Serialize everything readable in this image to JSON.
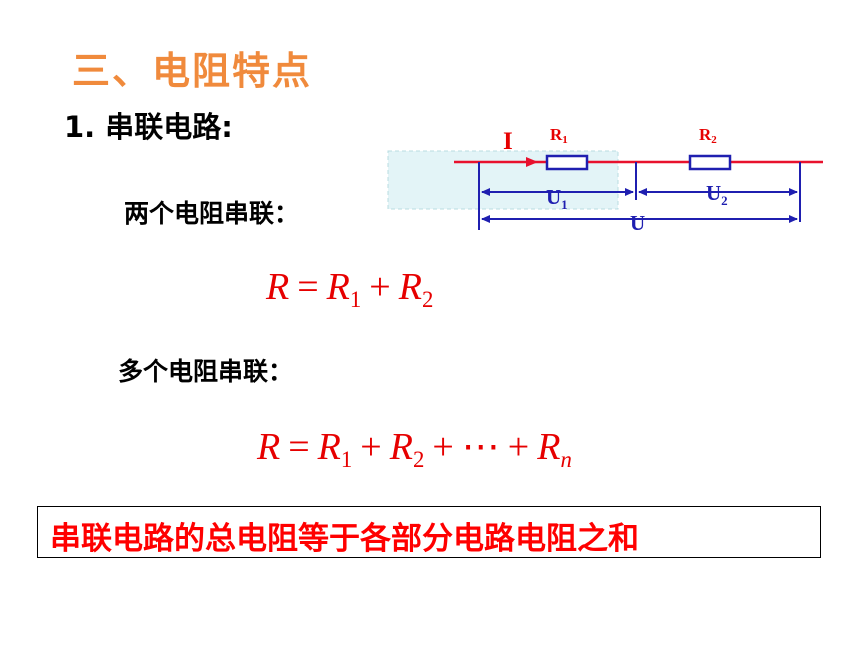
{
  "title": "三、电阻特点",
  "subtitle": "1. 串联电路:",
  "two_label": "两个电阻串联：",
  "multi_label": "多个电阻串联：",
  "formula1": {
    "R": "R",
    "eq": "=",
    "R1": "R",
    "s1": "1",
    "plus": "+",
    "R2": "R",
    "s2": "2"
  },
  "formula2": {
    "R": "R",
    "eq": "=",
    "R1": "R",
    "s1": "1",
    "plus1": "+",
    "R2": "R",
    "s2": "2",
    "plus2": "+",
    "dots": "⋯",
    "plus3": "+",
    "Rn": "R",
    "sn": "n"
  },
  "circuit": {
    "current": "I",
    "r1": "R",
    "r1_sub": "1",
    "r2": "R",
    "r2_sub": "2",
    "u1": "U",
    "u1_sub": "1",
    "u2": "U",
    "u2_sub": "2",
    "u": "U"
  },
  "conclusion": "串联电路的总电阻等于各部分电路电阻之和",
  "colors": {
    "title": "#f08a3c",
    "accent": "#e60000",
    "wire": "#e8112d",
    "dim": "#1f1fb0",
    "highlight": "#e3f4f7"
  }
}
